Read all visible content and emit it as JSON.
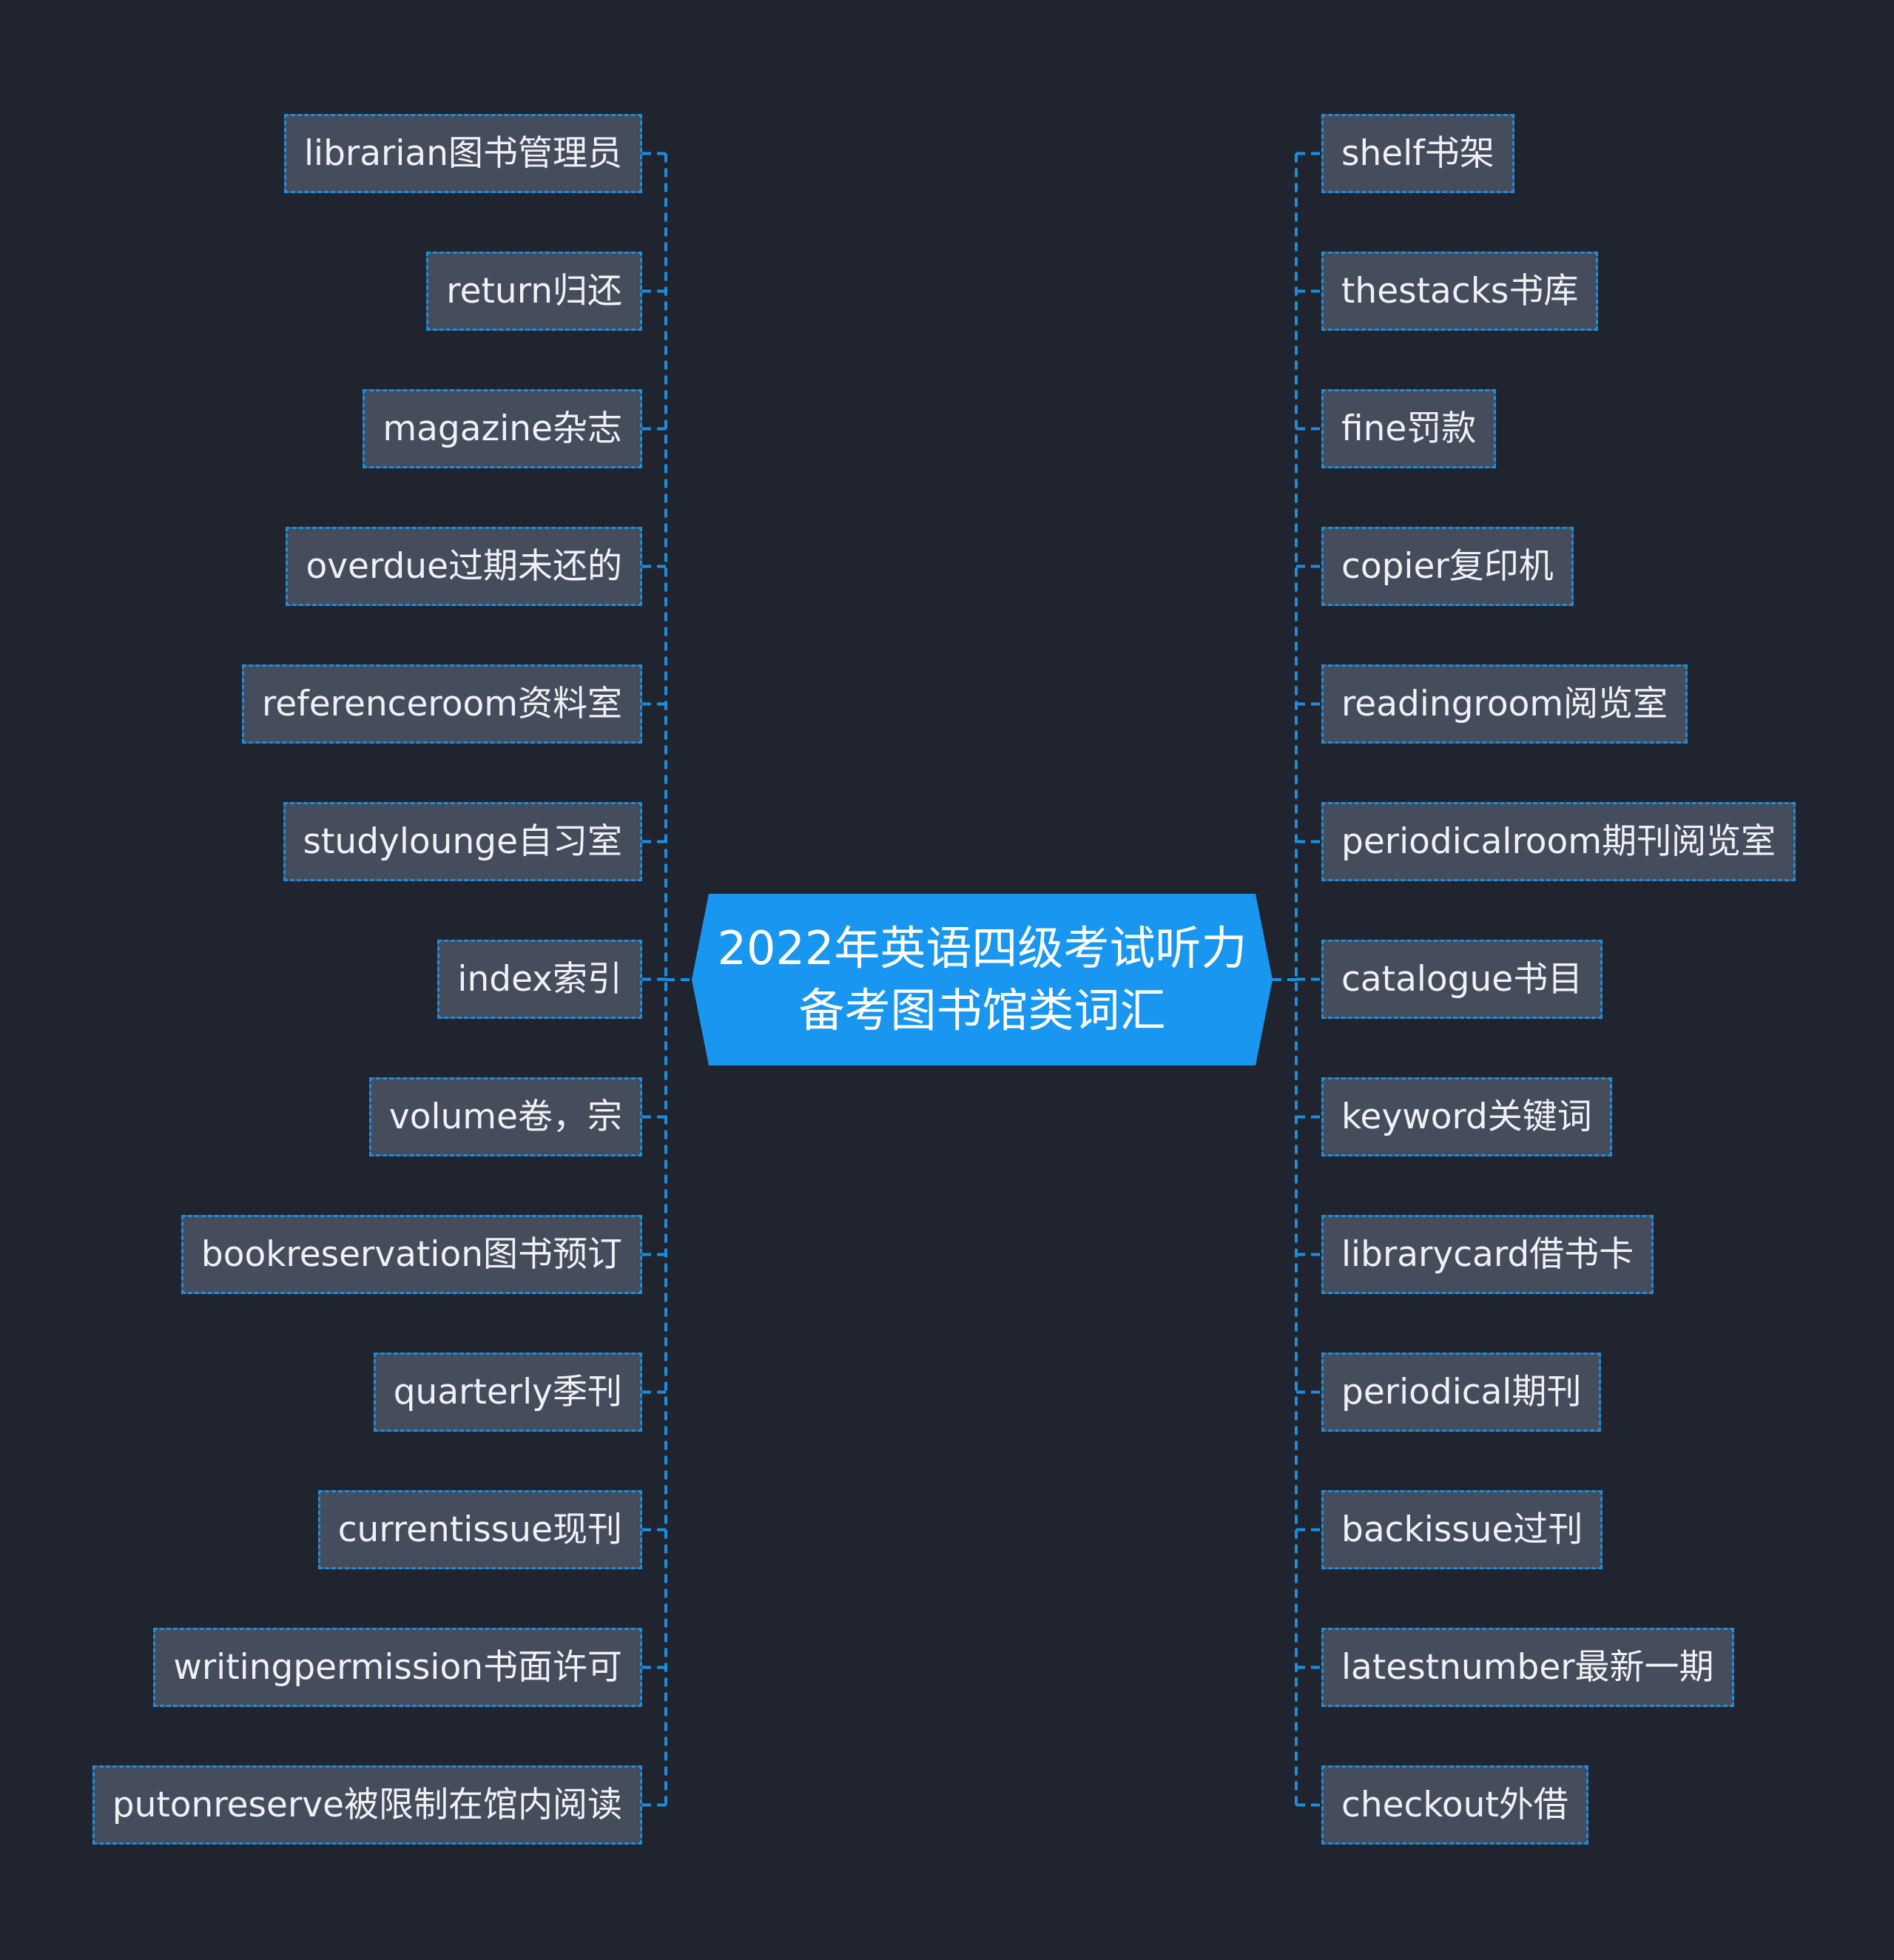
{
  "colors": {
    "background": "#20242f",
    "central_fill": "#1896f0",
    "leaf_fill": "#454c5b",
    "leaf_border": "#1a8fe0",
    "connector": "#1a8fe0",
    "text": "#eef1f5"
  },
  "central": {
    "line1": "2022年英语四级考试听力",
    "line2": "备考图书馆类词汇"
  },
  "left_nodes": [
    "librarian图书管理员",
    "return归还",
    "magazine杂志",
    "overdue过期未还的",
    "referenceroom资料室",
    "studylounge自习室",
    "index索引",
    "volume卷，宗",
    "bookreservation图书预订",
    "quarterly季刊",
    "currentissue现刊",
    "writingpermission书面许可",
    "putonreserve被限制在馆内阅读"
  ],
  "right_nodes": [
    "shelf书架",
    "thestacks书库",
    "fine罚款",
    "copier复印机",
    "readingroom阅览室",
    "periodicalroom期刊阅览室",
    "catalogue书目",
    "keyword关键词",
    "librarycard借书卡",
    "periodical期刊",
    "backissue过刊",
    "latestnumber最新一期",
    "checkout外借"
  ]
}
